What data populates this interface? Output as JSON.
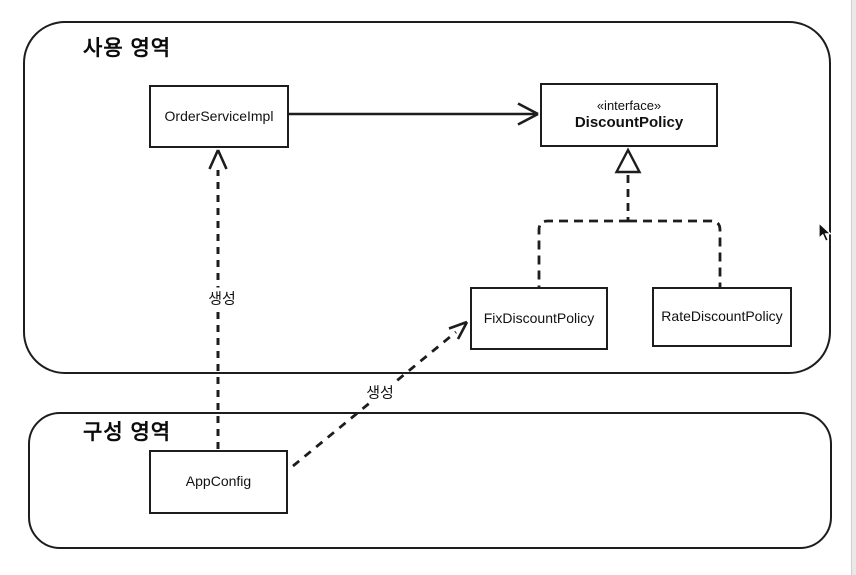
{
  "diagram": {
    "regions": [
      {
        "id": "usage",
        "label": "사용 영역"
      },
      {
        "id": "config",
        "label": "구성 영역"
      }
    ],
    "nodes": [
      {
        "id": "order",
        "label": "OrderServiceImpl"
      },
      {
        "id": "discount",
        "stereotype": "«interface»",
        "label": "DiscountPolicy"
      },
      {
        "id": "fix",
        "label": "FixDiscountPolicy"
      },
      {
        "id": "rate",
        "label": "RateDiscountPolicy"
      },
      {
        "id": "appconfig",
        "label": "AppConfig"
      }
    ],
    "edges": [
      {
        "from": "OrderServiceImpl",
        "to": "DiscountPolicy",
        "type": "association",
        "line": "solid",
        "label": ""
      },
      {
        "from": "FixDiscountPolicy",
        "to": "DiscountPolicy",
        "type": "realization",
        "line": "dashed",
        "label": ""
      },
      {
        "from": "RateDiscountPolicy",
        "to": "DiscountPolicy",
        "type": "realization",
        "line": "dashed",
        "label": ""
      },
      {
        "from": "AppConfig",
        "to": "OrderServiceImpl",
        "type": "dependency",
        "line": "dashed",
        "label": "생성"
      },
      {
        "from": "AppConfig",
        "to": "FixDiscountPolicy",
        "type": "dependency",
        "line": "dashed",
        "label": "생성"
      }
    ],
    "colors": {
      "line": "#1d1d1d",
      "background": "#ffffff"
    },
    "icons": {
      "cursor": "mouse-arrow-pointer"
    }
  }
}
